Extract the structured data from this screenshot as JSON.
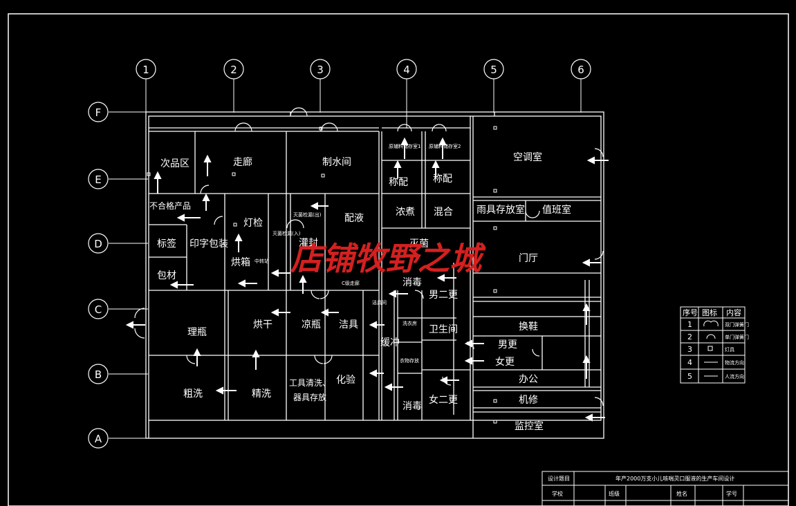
{
  "axes": {
    "columns": [
      "1",
      "2",
      "3",
      "4",
      "5",
      "6"
    ],
    "rows": [
      "F",
      "E",
      "D",
      "C",
      "B",
      "A"
    ]
  },
  "rooms": {
    "cipinqu": "次品区",
    "zoulang": "走廊",
    "zhishuijian": "制水间",
    "kongtiaoshi": "空调室",
    "buhege": "不合格产品",
    "dengjian": "灯检",
    "peiye": "配液",
    "biaoqian": "标签",
    "yinzibaozhuang": "印字包装",
    "hongxiang": "烘箱",
    "baocai": "包材",
    "lipin": "理瓶",
    "honggan": "烘干",
    "liangping": "凉瓶",
    "jieju": "洁具",
    "cuxi": "粗洗",
    "jingxi": "精洗",
    "gongjuqingxi_1": "工具清洗、",
    "gongjuqingxi_2": "器具存放",
    "huayan": "化验",
    "xiaodu_1": "消毒",
    "xiaodu_2": "消毒",
    "nanergeng": "男二更",
    "nvergeng": "女二更",
    "weishengjian": "卫生间",
    "huanxie_inner": "缓冲",
    "yujucunfangshi": "雨具存放室",
    "zhibanshi": "值班室",
    "menting": "门厅",
    "huanxie": "换鞋",
    "nangeng": "男更",
    "nvgeng": "女更",
    "bangong": "办公",
    "jixiu": "机修",
    "jiankongshi": "监控室",
    "chengpei_1": "称配",
    "chengpei_2": "称配",
    "nongzhu": "浓煮",
    "hunhe": "混合",
    "guanfeng": "灌封",
    "miejun": "灭菌",
    "small_1": "原辅料储存室1",
    "small_2": "原辅料储存室2",
    "small_3": "灭菌检漏(出)",
    "small_4": "灭菌检漏(入)",
    "small_5": "中转站",
    "small_6": "C级走廊",
    "small_7": "洗衣房",
    "small_8": "衣物存放",
    "small_9": "洁具间"
  },
  "watermark": "店铺牧野之城",
  "legend": {
    "headers": [
      "序号",
      "图标",
      "内容"
    ],
    "rows": [
      {
        "no": "1",
        "desc": "双门弹簧门"
      },
      {
        "no": "2",
        "desc": "单门弹簧门"
      },
      {
        "no": "3",
        "desc": "灯具"
      },
      {
        "no": "4",
        "desc": "物流方向"
      },
      {
        "no": "5",
        "desc": "人流方向"
      }
    ]
  },
  "title_block": {
    "design_title_label": "设计题目",
    "design_title": "年产2000万支小儿咳喘灵口服液的生产车间设计",
    "school_label": "学校",
    "class_label": "班级",
    "name_label": "姓名",
    "id_label": "学号"
  },
  "colors": {
    "background": "#000000",
    "lines": "#ffffff",
    "watermark": "#d42020"
  }
}
